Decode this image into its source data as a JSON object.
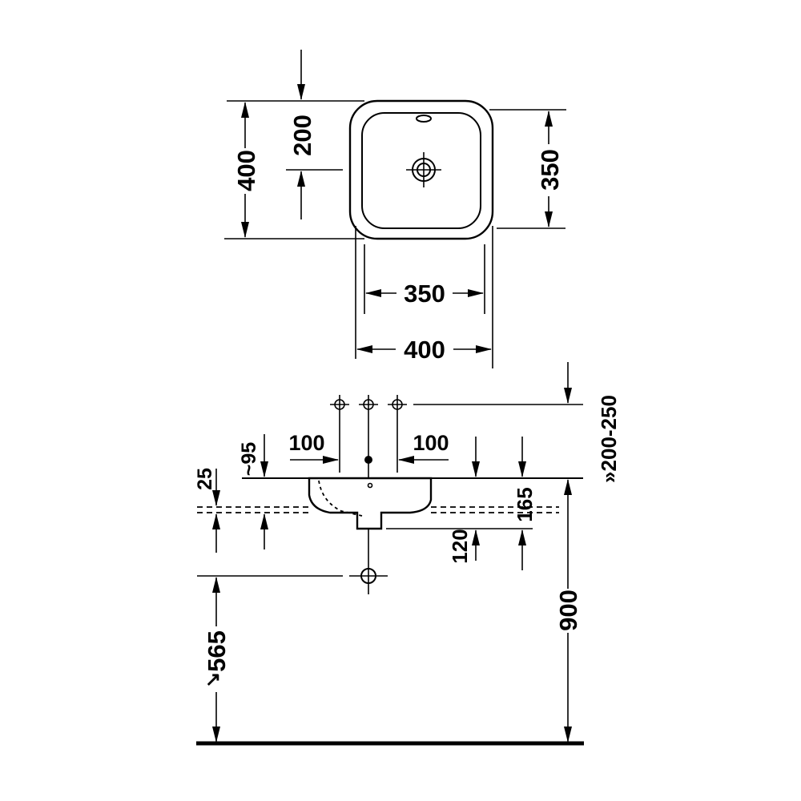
{
  "plan_view": {
    "depth_outer": "400",
    "depth_inner": "350",
    "drain_offset": "200",
    "width_inner": "350",
    "width_outer": "400"
  },
  "section_view": {
    "tap_spacing_left": "100",
    "tap_spacing_right": "100",
    "rim_height": "~95",
    "tap_height": "»200-250",
    "thickness": "25",
    "drain_depth": "165",
    "drain_height": "120",
    "trap_height": "565",
    "counter_height": "900",
    "trap_marker": "↗"
  }
}
